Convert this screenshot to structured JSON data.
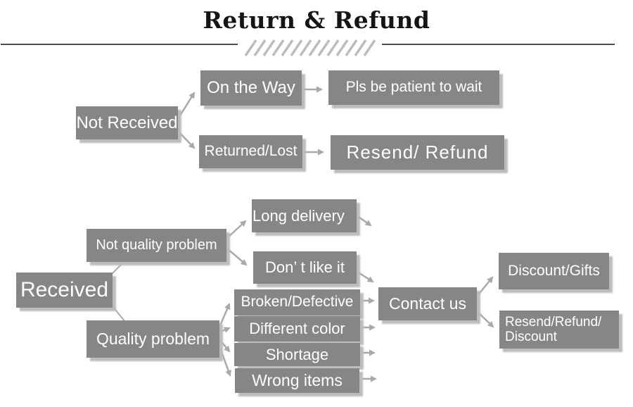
{
  "title": "Return & Refund",
  "nodes": {
    "not_received": "Not Received",
    "on_the_way": "On the Way",
    "pls_wait": "Pls be patient to wait",
    "returned_lost": "Returned/Lost",
    "resend_refund": "Resend/ Refund",
    "received": "Received",
    "not_quality_problem": "Not quality problem",
    "quality_problem": "Quality problem",
    "long_delivery": "Long delivery",
    "dont_like_it": "Don’ t like it",
    "broken_defective": "Broken/Defective",
    "different_color": "Different color",
    "shortage": "Shortage",
    "wrong_items": "Wrong items",
    "contact_us": "Contact us",
    "discount_gifts": "Discount/Gifts",
    "resend_refund_discount": "Resend/Refund/ Discount"
  },
  "colors": {
    "background": "#ffffff",
    "box": "#868686",
    "box-text": "#ffffff",
    "shadow": "#bcbcbc",
    "arrow": "#a9a9a9",
    "rule": "#4d4d4d",
    "hatch": "#bcbcbc",
    "title-text": "#151515"
  }
}
